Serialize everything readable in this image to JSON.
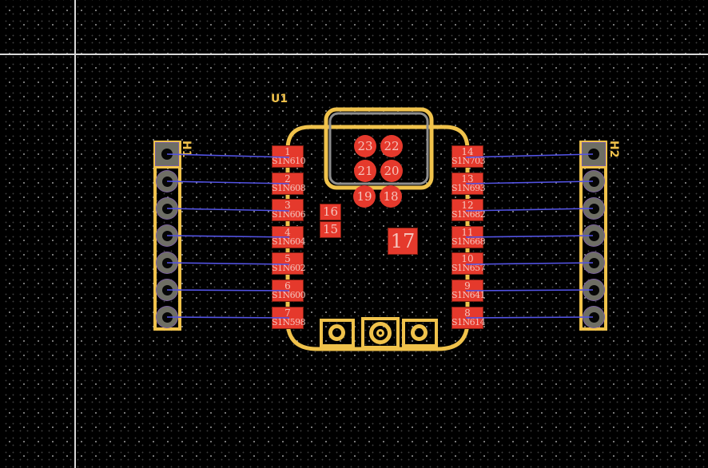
{
  "colors": {
    "background": "#000000",
    "outline_yellow": "#f0c24b",
    "pad_red": "#e5392c",
    "pad_text_pink": "#f5c4bc",
    "airwire_blue": "#5353e4",
    "drill_pad_gray": "#6e6e64",
    "pad_outline_purple": "#7a5f9e",
    "shield_gray": "#8e8e8e",
    "crosshair_gray": "#d9d9d9"
  },
  "u1": {
    "ref": "U1",
    "left_pads": [
      {
        "num": "1",
        "net": "S1N610"
      },
      {
        "num": "2",
        "net": "S1N608"
      },
      {
        "num": "3",
        "net": "S1N606"
      },
      {
        "num": "4",
        "net": "S1N604"
      },
      {
        "num": "5",
        "net": "S1N602"
      },
      {
        "num": "6",
        "net": "S1N600"
      },
      {
        "num": "7",
        "net": "S1N598"
      }
    ],
    "right_pads": [
      {
        "num": "14",
        "net": "S1N703"
      },
      {
        "num": "13",
        "net": "S1N693"
      },
      {
        "num": "12",
        "net": "S1N682"
      },
      {
        "num": "11",
        "net": "S1N668"
      },
      {
        "num": "10",
        "net": "S1N657"
      },
      {
        "num": "9",
        "net": "S1N641"
      },
      {
        "num": "8",
        "net": "S1N614"
      }
    ],
    "center_pads": [
      "23",
      "22",
      "21",
      "20",
      "19",
      "18"
    ],
    "small_pads": [
      "16",
      "15"
    ],
    "large_pad": "17"
  },
  "h1": {
    "ref": "H1",
    "pins": 7
  },
  "h2": {
    "ref": "H2",
    "pins": 7
  }
}
